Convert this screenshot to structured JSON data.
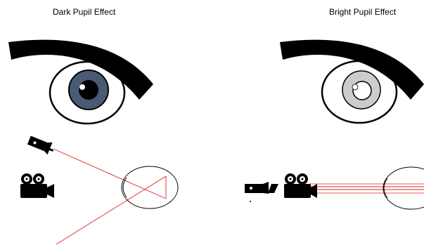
{
  "panels": {
    "left": {
      "title": "Dark Pupil Effect"
    },
    "right": {
      "title": "Bright Pupil Effect"
    }
  },
  "colors": {
    "ink": "#000000",
    "dark_iris": "#4a5a75",
    "bright_iris": "#cccccc",
    "light_ray": "#e02020"
  },
  "icons": [
    "eyebrow",
    "eye",
    "iris",
    "pupil",
    "infrared-light-source-icon",
    "video-camera-icon",
    "eyeball-cross-section",
    "light-ray"
  ]
}
